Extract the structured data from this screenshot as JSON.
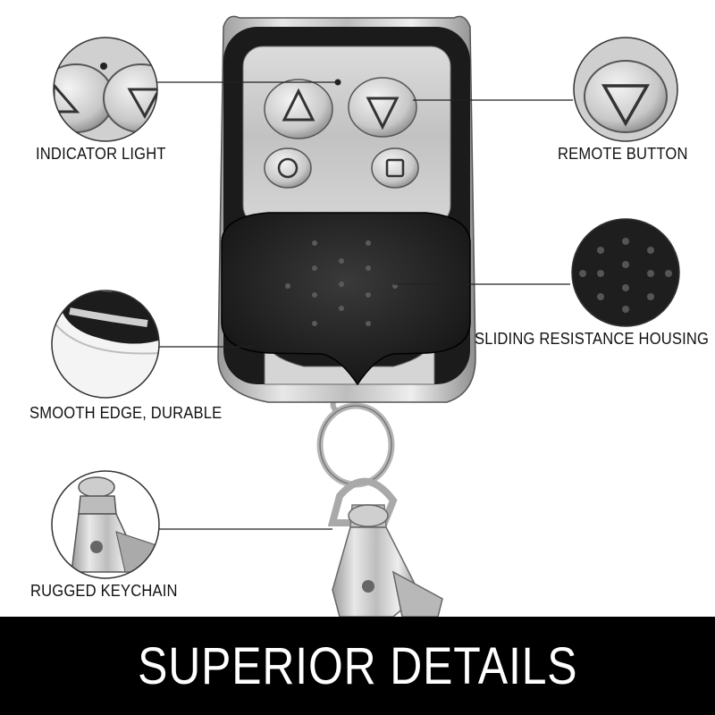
{
  "callouts": {
    "indicator_light": "INDICATOR LIGHT",
    "remote_button": "REMOTE BUTTON",
    "sliding_housing": "SLIDING RESISTANCE HOUSING",
    "smooth_edge": "SMOOTH EDGE, DURABLE",
    "rugged_keychain": "RUGGED KEYCHAIN"
  },
  "banner": {
    "title": "SUPERIOR DETAILS"
  },
  "colors": {
    "banner_bg": "#000000",
    "banner_text": "#ffffff",
    "housing": "#1c1c1c",
    "metal": "#c9c9c9"
  },
  "icons": [
    "arrow-up-icon",
    "arrow-down-icon",
    "circle-icon",
    "square-icon"
  ]
}
